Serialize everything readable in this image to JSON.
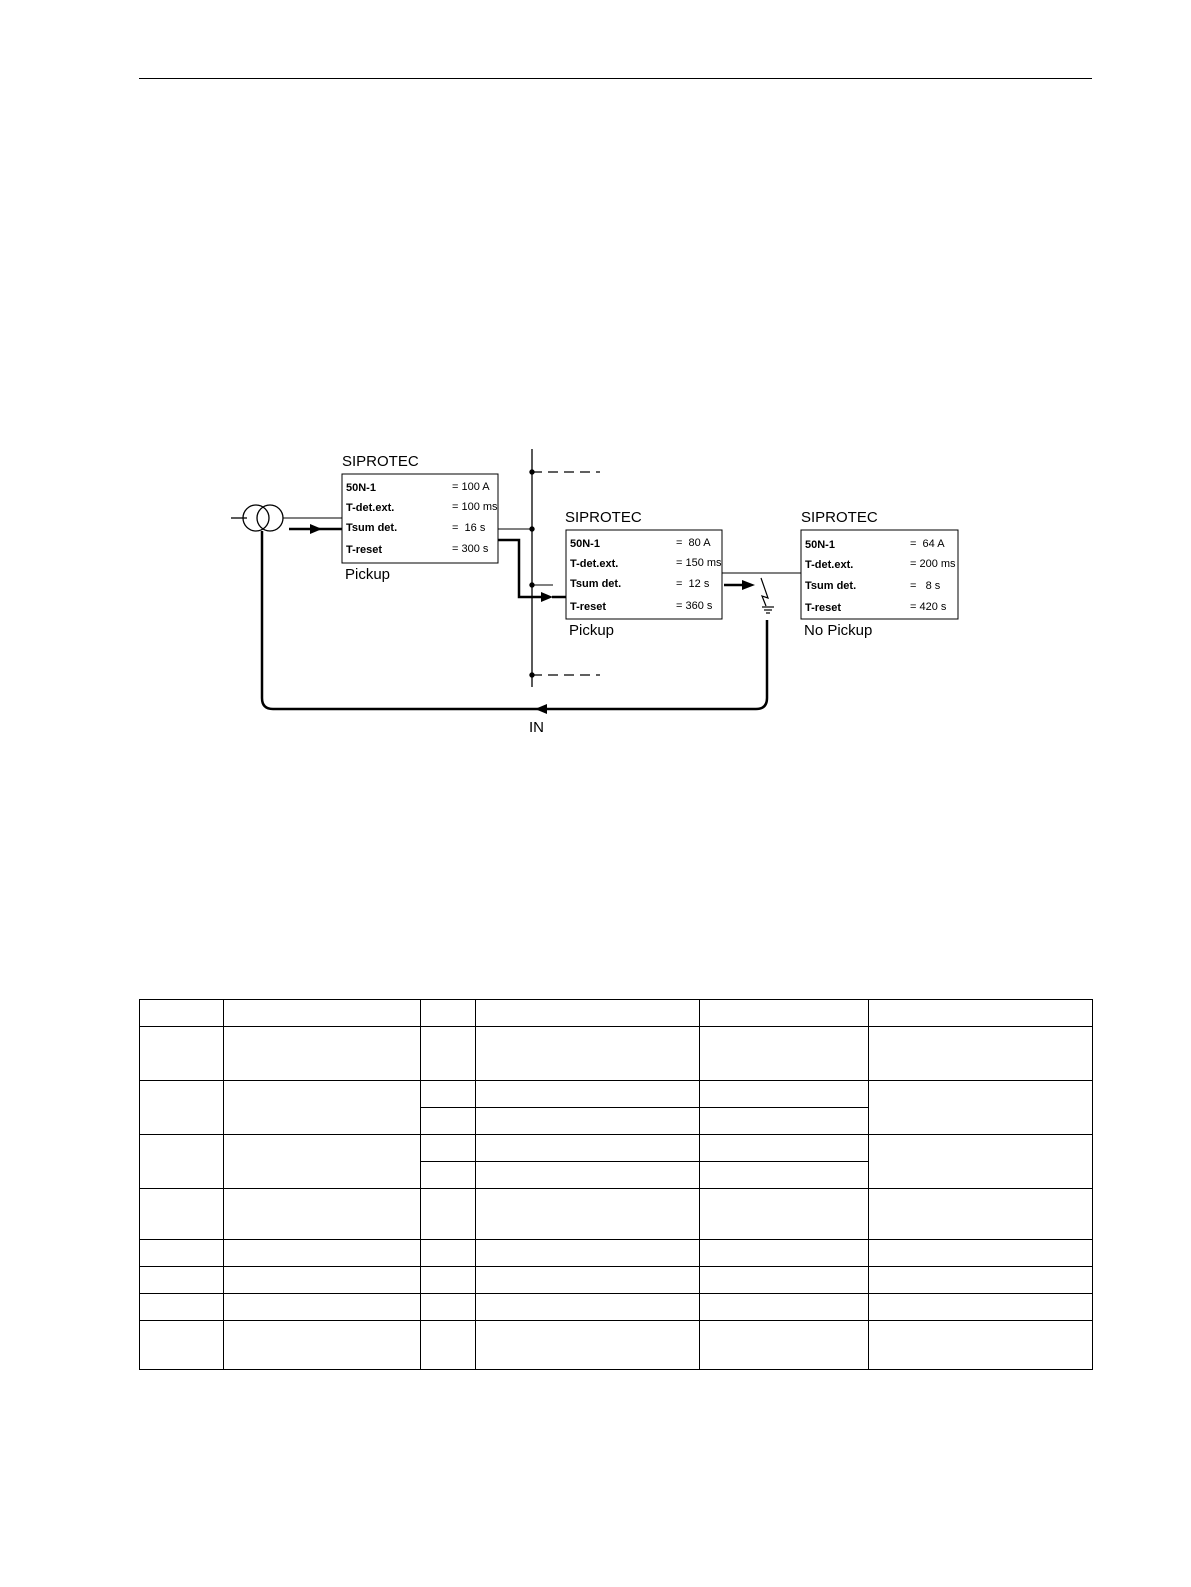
{
  "diagram": {
    "device_label": "SIPROTEC",
    "current_label": "IN",
    "relays": [
      {
        "status": "Pickup",
        "params": [
          {
            "name": "50N-1",
            "value": "= 100 A"
          },
          {
            "name": "T-det.ext.",
            "value": "= 100 ms"
          },
          {
            "name": "Tsum det.",
            "value": "=  16 s"
          },
          {
            "name": "T-reset",
            "value": "= 300 s"
          }
        ]
      },
      {
        "status": "Pickup",
        "params": [
          {
            "name": "50N-1",
            "value": "=  80 A"
          },
          {
            "name": "T-det.ext.",
            "value": "= 150 ms"
          },
          {
            "name": "Tsum det.",
            "value": "=  12 s"
          },
          {
            "name": "T-reset",
            "value": "= 360 s"
          }
        ]
      },
      {
        "status": "No Pickup",
        "params": [
          {
            "name": "50N-1",
            "value": "=  64 A"
          },
          {
            "name": "T-det.ext.",
            "value": "= 200 ms"
          },
          {
            "name": "Tsum det.",
            "value": "=   8 s"
          },
          {
            "name": "T-reset",
            "value": "= 420 s"
          }
        ]
      }
    ]
  }
}
